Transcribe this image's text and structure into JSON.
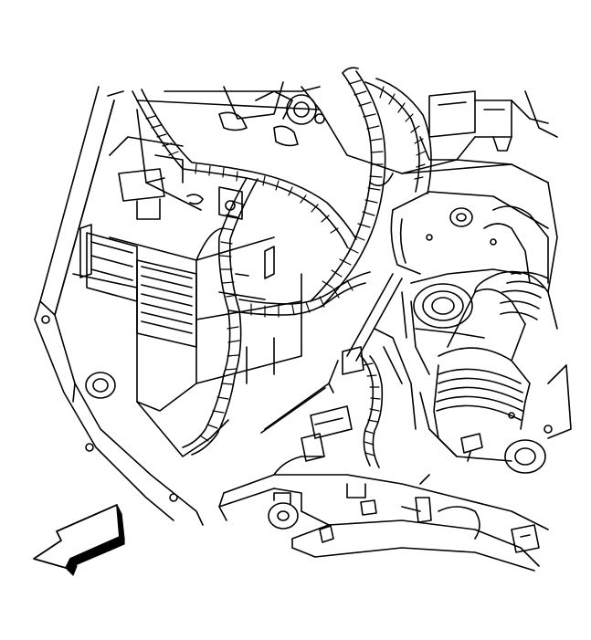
{
  "figure": {
    "kind": "engine-compartment-line-art",
    "style": "black ink line drawing on white",
    "colors": {
      "ink": "#000000",
      "paper": "#ffffff"
    },
    "direction_arrow": {
      "icon": "arrow-down-left-icon",
      "meaning": "front-of-vehicle"
    },
    "components": [
      "fender-rail",
      "engine-block",
      "wiring-harness-left",
      "wiring-harness-right",
      "electrical-connectors",
      "control-module",
      "air-intake-duct",
      "belt-pulleys",
      "sensor-with-pigtail",
      "front-crossmember"
    ]
  }
}
